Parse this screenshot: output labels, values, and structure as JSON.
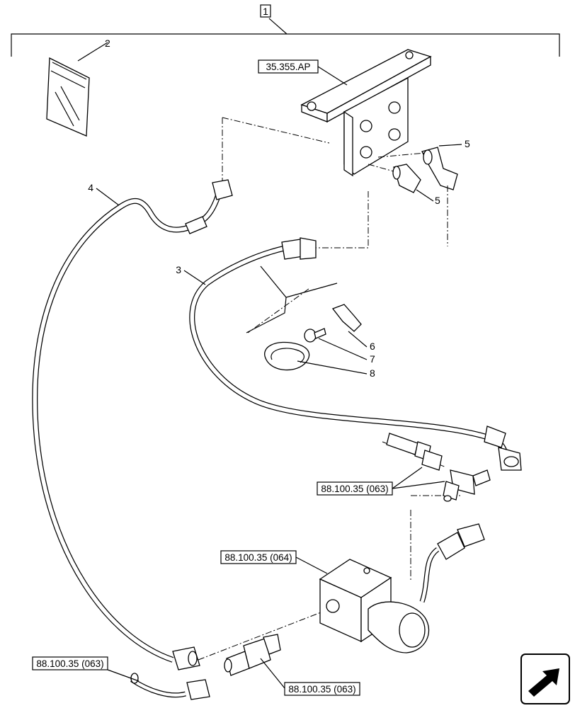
{
  "assembly_number": "1",
  "callouts": {
    "booklet": "2",
    "hose_short": "3",
    "hose_long": "4",
    "fitting_a": "5",
    "fitting_b": "5",
    "bracket": "6",
    "screw": "7",
    "clamp": "8"
  },
  "references": {
    "valve_block": "35.355.AP",
    "tee_fittings": "88.100.35 (063)",
    "solenoid_valve": "88.100.35 (064)",
    "hose_end_left": "88.100.35 (063)",
    "hose_end_right": "88.100.35 (063)"
  },
  "icons": [
    "nav-arrow-icon"
  ]
}
